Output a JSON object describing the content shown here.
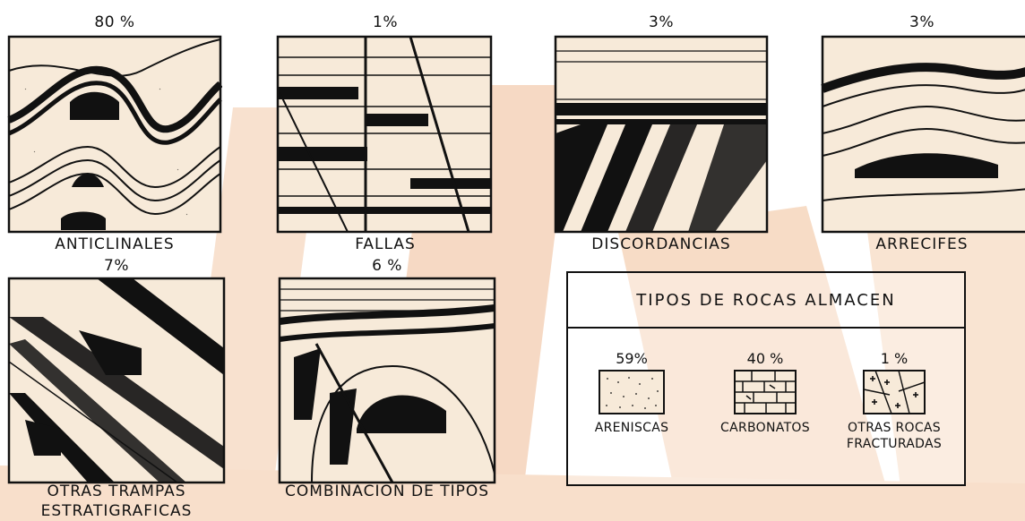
{
  "colors": {
    "ink": "#111111",
    "sand": "#f7ead9",
    "watermark": "#f4d3ba",
    "paper": "#ffffff"
  },
  "panels": [
    {
      "id": "anticlinales",
      "percent": "80 %",
      "caption": "ANTICLINALES"
    },
    {
      "id": "fallas",
      "percent": "1%",
      "caption": "FALLAS"
    },
    {
      "id": "discordancias",
      "percent": "3%",
      "caption": "DISCORDANCIAS"
    },
    {
      "id": "arrecifes",
      "percent": "3%",
      "caption": "ARRECIFES"
    },
    {
      "id": "estratigraficas",
      "percent": "7%",
      "caption_line1": "OTRAS  TRAMPAS",
      "caption_line2": "ESTRATIGRAFICAS"
    },
    {
      "id": "combinacion",
      "percent": "6 %",
      "caption": "COMBINACION DE TIPOS"
    }
  ],
  "legend": {
    "title": "TIPOS  DE  ROCAS  ALMACEN",
    "items": [
      {
        "percent": "59%",
        "label_line1": "ARENISCAS",
        "label_line2": "",
        "icon": "sandstone-icon"
      },
      {
        "percent": "40 %",
        "label_line1": "CARBONATOS",
        "label_line2": "",
        "icon": "carbonate-icon"
      },
      {
        "percent": "1 %",
        "label_line1": "OTRAS ROCAS",
        "label_line2": "FRACTURADAS",
        "icon": "fractured-rock-icon"
      }
    ]
  }
}
